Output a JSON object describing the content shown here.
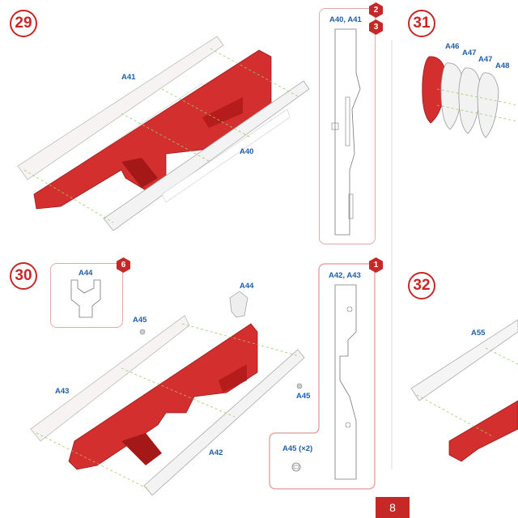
{
  "page": {
    "number": "8"
  },
  "steps": [
    {
      "number": "29"
    },
    {
      "number": "30"
    },
    {
      "number": "31"
    },
    {
      "number": "32"
    }
  ],
  "step29": {
    "label_a41": "A41",
    "label_a40": "A40"
  },
  "step30": {
    "label_a44": "A44",
    "label_a45_top": "A45",
    "label_a45_right": "A45",
    "label_a43": "A43",
    "label_a42": "A42"
  },
  "step31": {
    "label_a46": "A46",
    "label_a47_1": "A47",
    "label_a47_2": "A47",
    "label_a48": "A48"
  },
  "step32": {
    "label_a55": "A55"
  },
  "panels": {
    "a40_a41": {
      "title": "A40, A41",
      "badges": [
        "2",
        "3"
      ]
    },
    "a44": {
      "title": "A44",
      "badge": "6"
    },
    "a42_a43": {
      "title": "A42, A43",
      "badge": "1",
      "sub_label": "A45 (×2)"
    }
  },
  "colors": {
    "accent": "#c62828",
    "label": "#1f5fa8",
    "panel_border": "#e8a8a8",
    "part_red": "#d32f2f"
  }
}
